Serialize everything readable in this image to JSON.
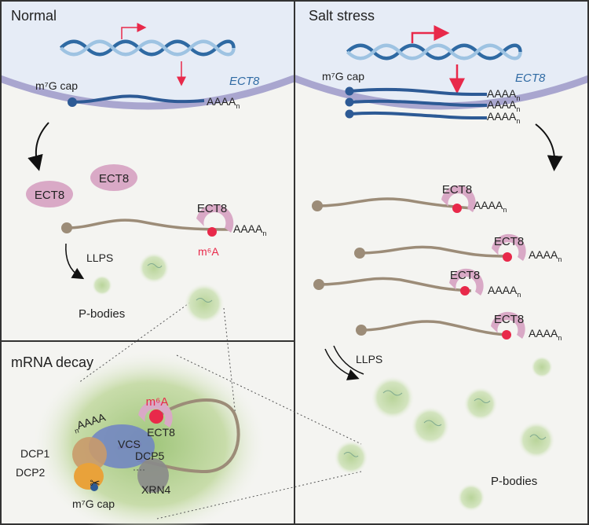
{
  "panels": {
    "normal": {
      "title": "Normal"
    },
    "salt": {
      "title": "Salt stress"
    },
    "decay": {
      "title": "mRNA decay"
    }
  },
  "labels": {
    "cap": "m⁷G cap",
    "gene": "ECT8",
    "protein": "ECT8",
    "polya": "AAAA",
    "polya_sub": "n",
    "m6a": "m⁶A",
    "llps": "LLPS",
    "pbodies": "P-bodies",
    "dcp1": "DCP1",
    "dcp2": "DCP2",
    "dcp5": "DCP5",
    "vcs": "VCS",
    "xrn4": "XRN4"
  },
  "colors": {
    "panel_bg": "#f4f4f1",
    "nucleus_bg": "#e6ecf6",
    "membrane": "#a9a6cf",
    "dna_dark": "#2f6aa3",
    "dna_light": "#9ec3e2",
    "mrna_nuclear": "#2d5a95",
    "mrna_cyto": "#9c8c78",
    "ect8": "#d9a9c6",
    "m6a": "#e8294a",
    "arrow_red": "#e8294a",
    "pbody": "#c8dcaa",
    "gene_italic": "#2f6aa3"
  }
}
